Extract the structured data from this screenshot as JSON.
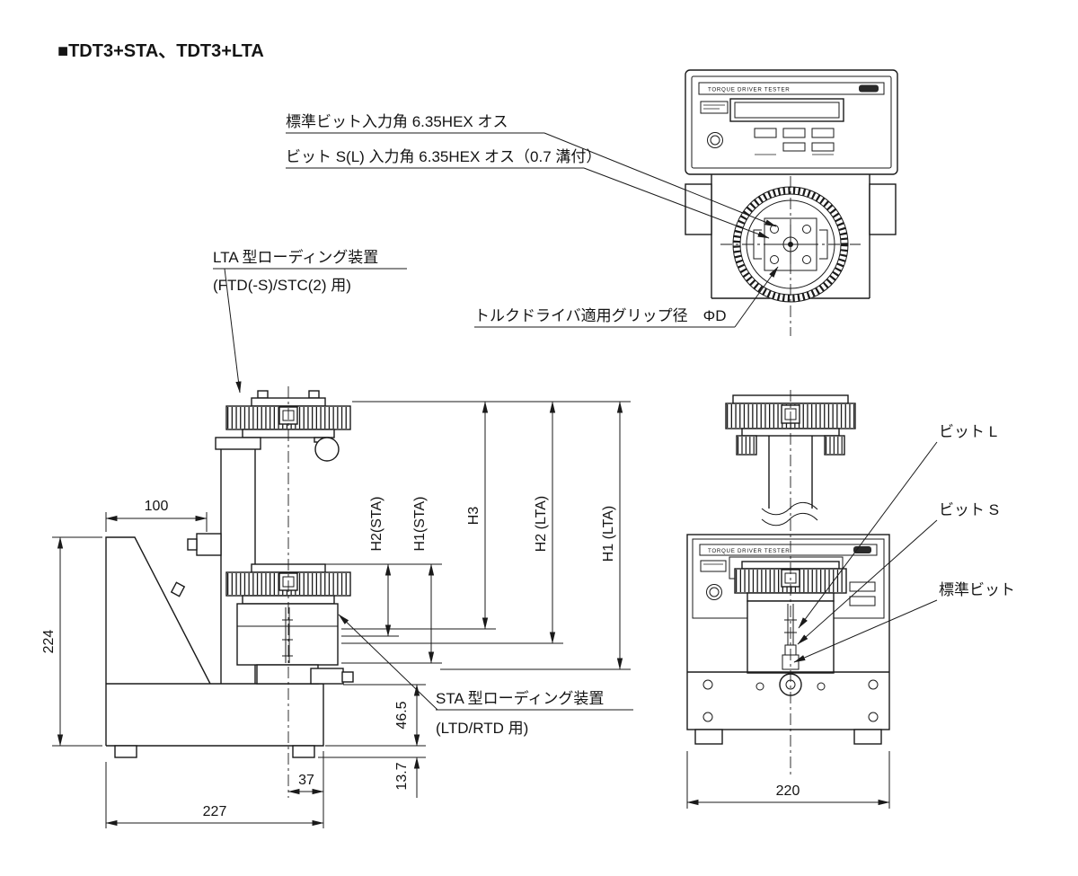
{
  "title": "■TDT3+STA、TDT3+LTA",
  "panel": {
    "brand_strip": "TORQUE DRIVER TESTER"
  },
  "callouts": {
    "std_bit_input": "標準ビット入力角 6.35HEX オス",
    "bit_sl_input": "ビット S(L) 入力角 6.35HEX オス（0.7 溝付）",
    "grip_diameter": "トルクドライバ適用グリップ径　ΦD",
    "lta_device": "LTA 型ローディング装置",
    "lta_device_note": "(FTD(-S)/STC(2) 用)",
    "sta_device": "STA 型ローディング装置",
    "sta_device_note": "(LTD/RTD 用)",
    "bit_l": "ビット L",
    "bit_s": "ビット S",
    "standard_bit": "標準ビット"
  },
  "dimensions": {
    "top_depth": "100",
    "side_height": "224",
    "side_width": "227",
    "center_offset": "37",
    "base_height": "46.5",
    "foot_height": "13.7",
    "front_width": "220",
    "h2_sta": "H2(STA)",
    "h1_sta": "H1(STA)",
    "h3": "H3",
    "h2_lta": "H2 (LTA)",
    "h1_lta": "H1 (LTA)"
  }
}
